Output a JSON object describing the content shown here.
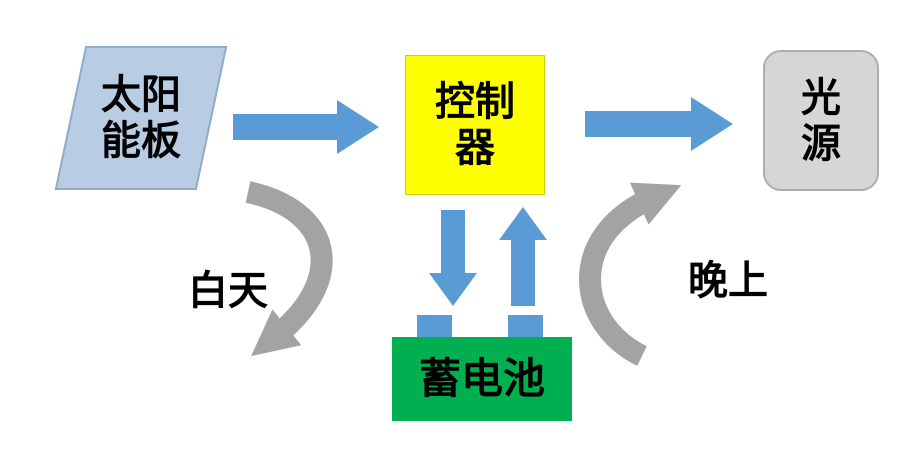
{
  "diagram": {
    "type": "flow-diagram",
    "nodes": {
      "solar_panel": {
        "label": "太阳\n能板",
        "shape": "parallelogram",
        "fill": "#b8cce4"
      },
      "controller": {
        "label": "控制\n器",
        "shape": "rectangle",
        "fill": "#ffff00"
      },
      "light_source": {
        "label": "光\n源",
        "shape": "rounded-rectangle",
        "fill": "#d6d6d6"
      },
      "battery": {
        "label": "蓄电池",
        "shape": "rectangle",
        "fill": "#00b050"
      }
    },
    "labels": {
      "daytime": "白天",
      "night": "晚上"
    },
    "colors": {
      "arrow_blue": "#5b9bd5",
      "arrow_gray": "#a3a3a3"
    },
    "edges": [
      {
        "from": "solar_panel",
        "to": "controller",
        "style": "blue-block-arrow"
      },
      {
        "from": "controller",
        "to": "light_source",
        "style": "blue-block-arrow"
      },
      {
        "from": "controller",
        "to": "battery",
        "style": "blue-block-arrow"
      },
      {
        "from": "battery",
        "to": "controller",
        "style": "blue-block-arrow"
      },
      {
        "from": "solar_panel",
        "to": "battery",
        "style": "gray-curved-arrow",
        "label": "白天"
      },
      {
        "from": "battery",
        "to": "light_source",
        "style": "gray-curved-arrow",
        "label": "晚上"
      }
    ]
  }
}
